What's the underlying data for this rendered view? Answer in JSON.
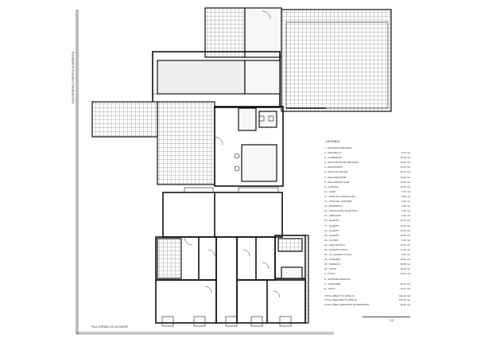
{
  "plan": {
    "street_vertical": "RUA GENERAL PORTELA ALVARENGA",
    "street_bottom": "RUA JORNAL DO ALGARVE"
  },
  "legend": {
    "title": "LEGENDA",
    "items": [
      {
        "label": "1 - ENTRADA PRINCIPAL",
        "value": ""
      },
      {
        "label": "2 - VESTÍBULO",
        "value": "8.73 m2"
      },
      {
        "label": "3 - CORREDOR",
        "value": "16.20 m2"
      },
      {
        "label": "4 - SALA DE ESTAR (PRIVADA)",
        "value": "18.62 m2"
      },
      {
        "label": "5 - ESCRITÓRIO",
        "value": "19.43 m2"
      },
      {
        "label": "6 - SALA DE JANTAR",
        "value": "26.76 m2"
      },
      {
        "label": "7 - SALA DE ESTAR",
        "value": "34.46 m2"
      },
      {
        "label": "8 - SALA PARTICULAR",
        "value": "16.82 m2"
      },
      {
        "label": "9 - COZINHA",
        "value": "13.61 m2"
      },
      {
        "label": "10 - COPA",
        "value": "7.81 m2"
      },
      {
        "label": "11 - ZONA DE CONFECÇÃO",
        "value": "5.93 m2"
      },
      {
        "label": "12 - ZONA DE LAVAGEM",
        "value": "6.54 m2"
      },
      {
        "label": "13 - DESPENSA",
        "value": "3.96 m2"
      },
      {
        "label": "14 - INSTALAÇÃO SANITÁRIA",
        "value": "4.15 m2"
      },
      {
        "label": "15 - ARRUMOS",
        "value": "5.26 m2"
      },
      {
        "label": "16 - QUARTO",
        "value": "14.70 m2"
      },
      {
        "label": "17 - QUARTO",
        "value": "14.29 m2"
      },
      {
        "label": "18 - QUARTO",
        "value": "12.92 m2"
      },
      {
        "label": "19 - QUARTO",
        "value": "12.85 m2"
      },
      {
        "label": "20 - CLOSET",
        "value": "3.81 m2"
      },
      {
        "label": "21 - CIRCULAÇÃO",
        "value": "13.70 m2"
      },
      {
        "label": "22 - QUARTO CASAL",
        "value": "17.62 m2"
      },
      {
        "label": "23 - I.S. QUARTO CASAL",
        "value": "4.22 m2"
      },
      {
        "label": "24 - VARANDA",
        "value": "19.04 m2"
      },
      {
        "label": "25 - TERRAÇO",
        "value": "52.05 m2"
      },
      {
        "label": "26 - PÁTIO",
        "value": "39.11 m2"
      },
      {
        "label": "A - PÁTIO",
        "value": "24.53 m2"
      },
      {
        "label": "B - ENTRADA SERVIÇO",
        "value": ""
      },
      {
        "label": "C - GARAGEM",
        "value": "19.73 m2"
      },
      {
        "label": "D - PÁTIO",
        "value": "14.07 m2"
      }
    ],
    "totals": [
      {
        "label": "TOTAL ÁREA ÚTIL (PISO 0)",
        "value": "402.22 m2"
      },
      {
        "label": "TOTAL ÁREA BRUTA (PISO 0)",
        "value": "476.00 m2"
      },
      {
        "label": "TOTAL ÁREA (ARRUMOS EXTERIORES)",
        "value": "22.90 m2"
      }
    ]
  },
  "page_number": "1/3"
}
